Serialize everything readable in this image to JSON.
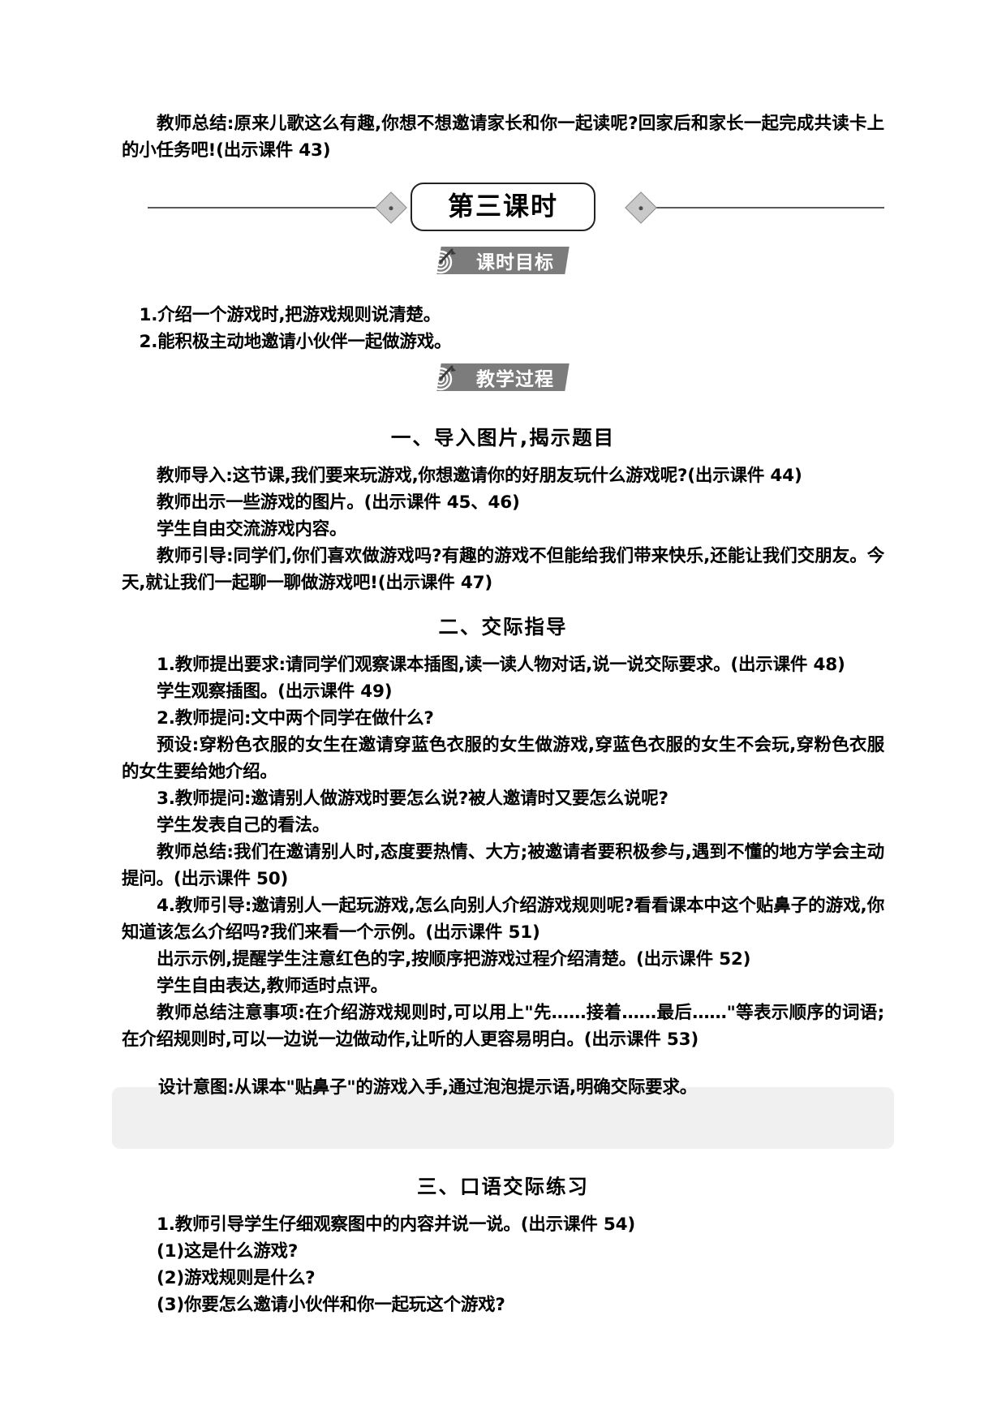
{
  "document": {
    "intro_paragraph": "教师总结:原来儿歌这么有趣,你想不想邀请家长和你一起读呢?回家后和家长一起完成共读卡上的小任务吧!(出示课件 43)",
    "lesson_banner": {
      "title": "第三课时",
      "left_marker": "diamond-marker",
      "right_marker": "diamond-marker"
    },
    "badges": {
      "objectives": {
        "label": "课时目标",
        "icon": "target-dart-icon"
      },
      "process": {
        "label": "教学过程",
        "icon": "target-dart-icon"
      }
    },
    "objectives": [
      "1.介绍一个游戏时,把游戏规则说清楚。",
      "2.能积极主动地邀请小伙伴一起做游戏。"
    ],
    "sections": [
      {
        "heading": "一、导入图片,揭示题目",
        "paragraphs": [
          "教师导入:这节课,我们要来玩游戏,你想邀请你的好朋友玩什么游戏呢?(出示课件 44)",
          "教师出示一些游戏的图片。(出示课件 45、46)",
          "学生自由交流游戏内容。",
          "教师引导:同学们,你们喜欢做游戏吗?有趣的游戏不但能给我们带来快乐,还能让我们交朋友。今天,就让我们一起聊一聊做游戏吧!(出示课件 47)"
        ]
      },
      {
        "heading": "二、交际指导",
        "paragraphs": [
          "1.教师提出要求:请同学们观察课本插图,读一读人物对话,说一说交际要求。(出示课件 48)",
          "学生观察插图。(出示课件 49)",
          "2.教师提问:文中两个同学在做什么?",
          "预设:穿粉色衣服的女生在邀请穿蓝色衣服的女生做游戏,穿蓝色衣服的女生不会玩,穿粉色衣服的女生要给她介绍。",
          "3.教师提问:邀请别人做游戏时要怎么说?被人邀请时又要怎么说呢?",
          "学生发表自己的看法。",
          "教师总结:我们在邀请别人时,态度要热情、大方;被邀请者要积极参与,遇到不懂的地方学会主动提问。(出示课件 50)",
          "4.教师引导:邀请别人一起玩游戏,怎么向别人介绍游戏规则呢?看看课本中这个贴鼻子的游戏,你知道该怎么介绍吗?我们来看一个示例。(出示课件 51)",
          "出示示例,提醒学生注意红色的字,按顺序把游戏过程介绍清楚。(出示课件 52)",
          "学生自由表达,教师适时点评。",
          "教师总结注意事项:在介绍游戏规则时,可以用上\"先……接着……最后……\"等表示顺序的词语;在介绍规则时,可以一边说一边做动作,让听的人更容易明白。(出示课件 53)"
        ]
      },
      {
        "heading": "三、口语交际练习",
        "paragraphs": [
          "1.教师引导学生仔细观察图中的内容并说一说。(出示课件 54)",
          "(1)这是什么游戏?",
          "(2)游戏规则是什么?",
          "(3)你要怎么邀请小伙伴和你一起玩这个游戏?"
        ]
      }
    ],
    "design_intent": "设计意图:从课本\"贴鼻子\"的游戏入手,通过泡泡提示语,明确交际要求。",
    "colors": {
      "badge_background": "#7c7c7c",
      "badge_text": "#ffffff",
      "rule_line": "#5a5a5a",
      "diamond_fill": "#c9c9c9",
      "intent_box": "#f0f0f0",
      "text": "#000000"
    }
  }
}
